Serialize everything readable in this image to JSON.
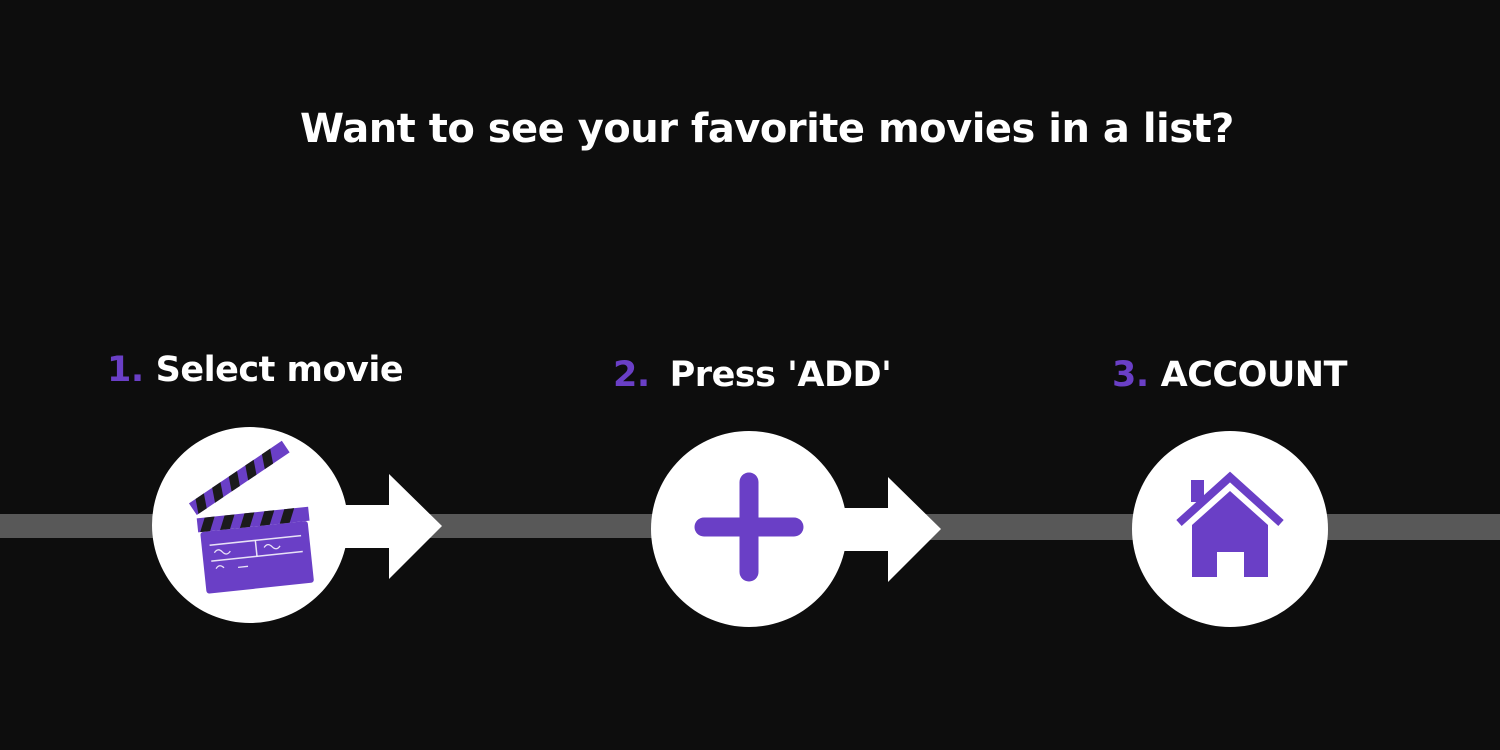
{
  "headline": "Want to see your favorite movies in a list?",
  "steps": [
    {
      "number": "1.",
      "label": "Select movie",
      "icon": "clapperboard-icon"
    },
    {
      "number": "2.",
      "label": "Press 'ADD'",
      "icon": "plus-icon"
    },
    {
      "number": "3.",
      "label": "ACCOUNT",
      "icon": "home-icon"
    }
  ],
  "colors": {
    "background": "#0d0d0d",
    "accent": "#6a3fc6",
    "track": "#585858",
    "text": "#ffffff"
  }
}
